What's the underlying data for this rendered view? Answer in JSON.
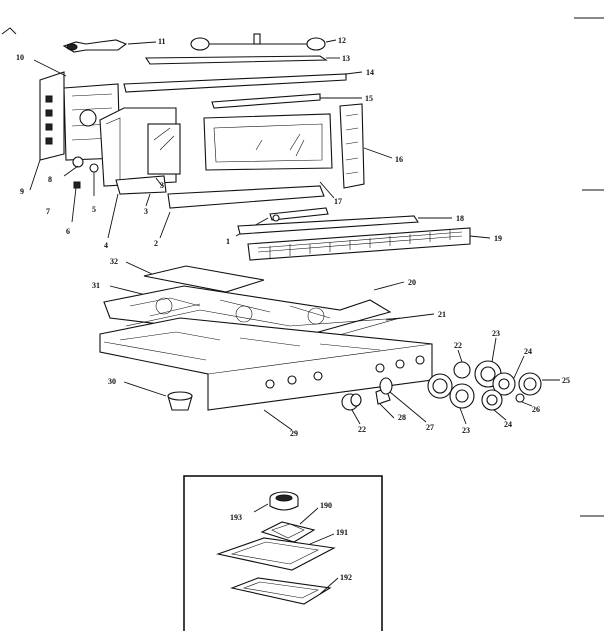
{
  "labels": {
    "p1": "1",
    "p2": "2",
    "p3": "3",
    "p3b": "3",
    "p4": "4",
    "p5": "5",
    "p6": "6",
    "p7": "7",
    "p8": "8",
    "p9": "9",
    "p10": "10",
    "p11": "11",
    "p12": "12",
    "p13": "13",
    "p14": "14",
    "p15": "15",
    "p16": "16",
    "p17": "17",
    "p18": "18",
    "p19": "19",
    "p20": "20",
    "p21": "21",
    "p22a": "22",
    "p22b": "22",
    "p23a": "23",
    "p23b": "23",
    "p24a": "24",
    "p24b": "24",
    "p25": "25",
    "p26": "26",
    "p27": "27",
    "p28": "28",
    "p29": "29",
    "p30": "30",
    "p31": "31",
    "p32": "32",
    "p190": "190",
    "p191": "191",
    "p192": "192",
    "p193": "193"
  }
}
